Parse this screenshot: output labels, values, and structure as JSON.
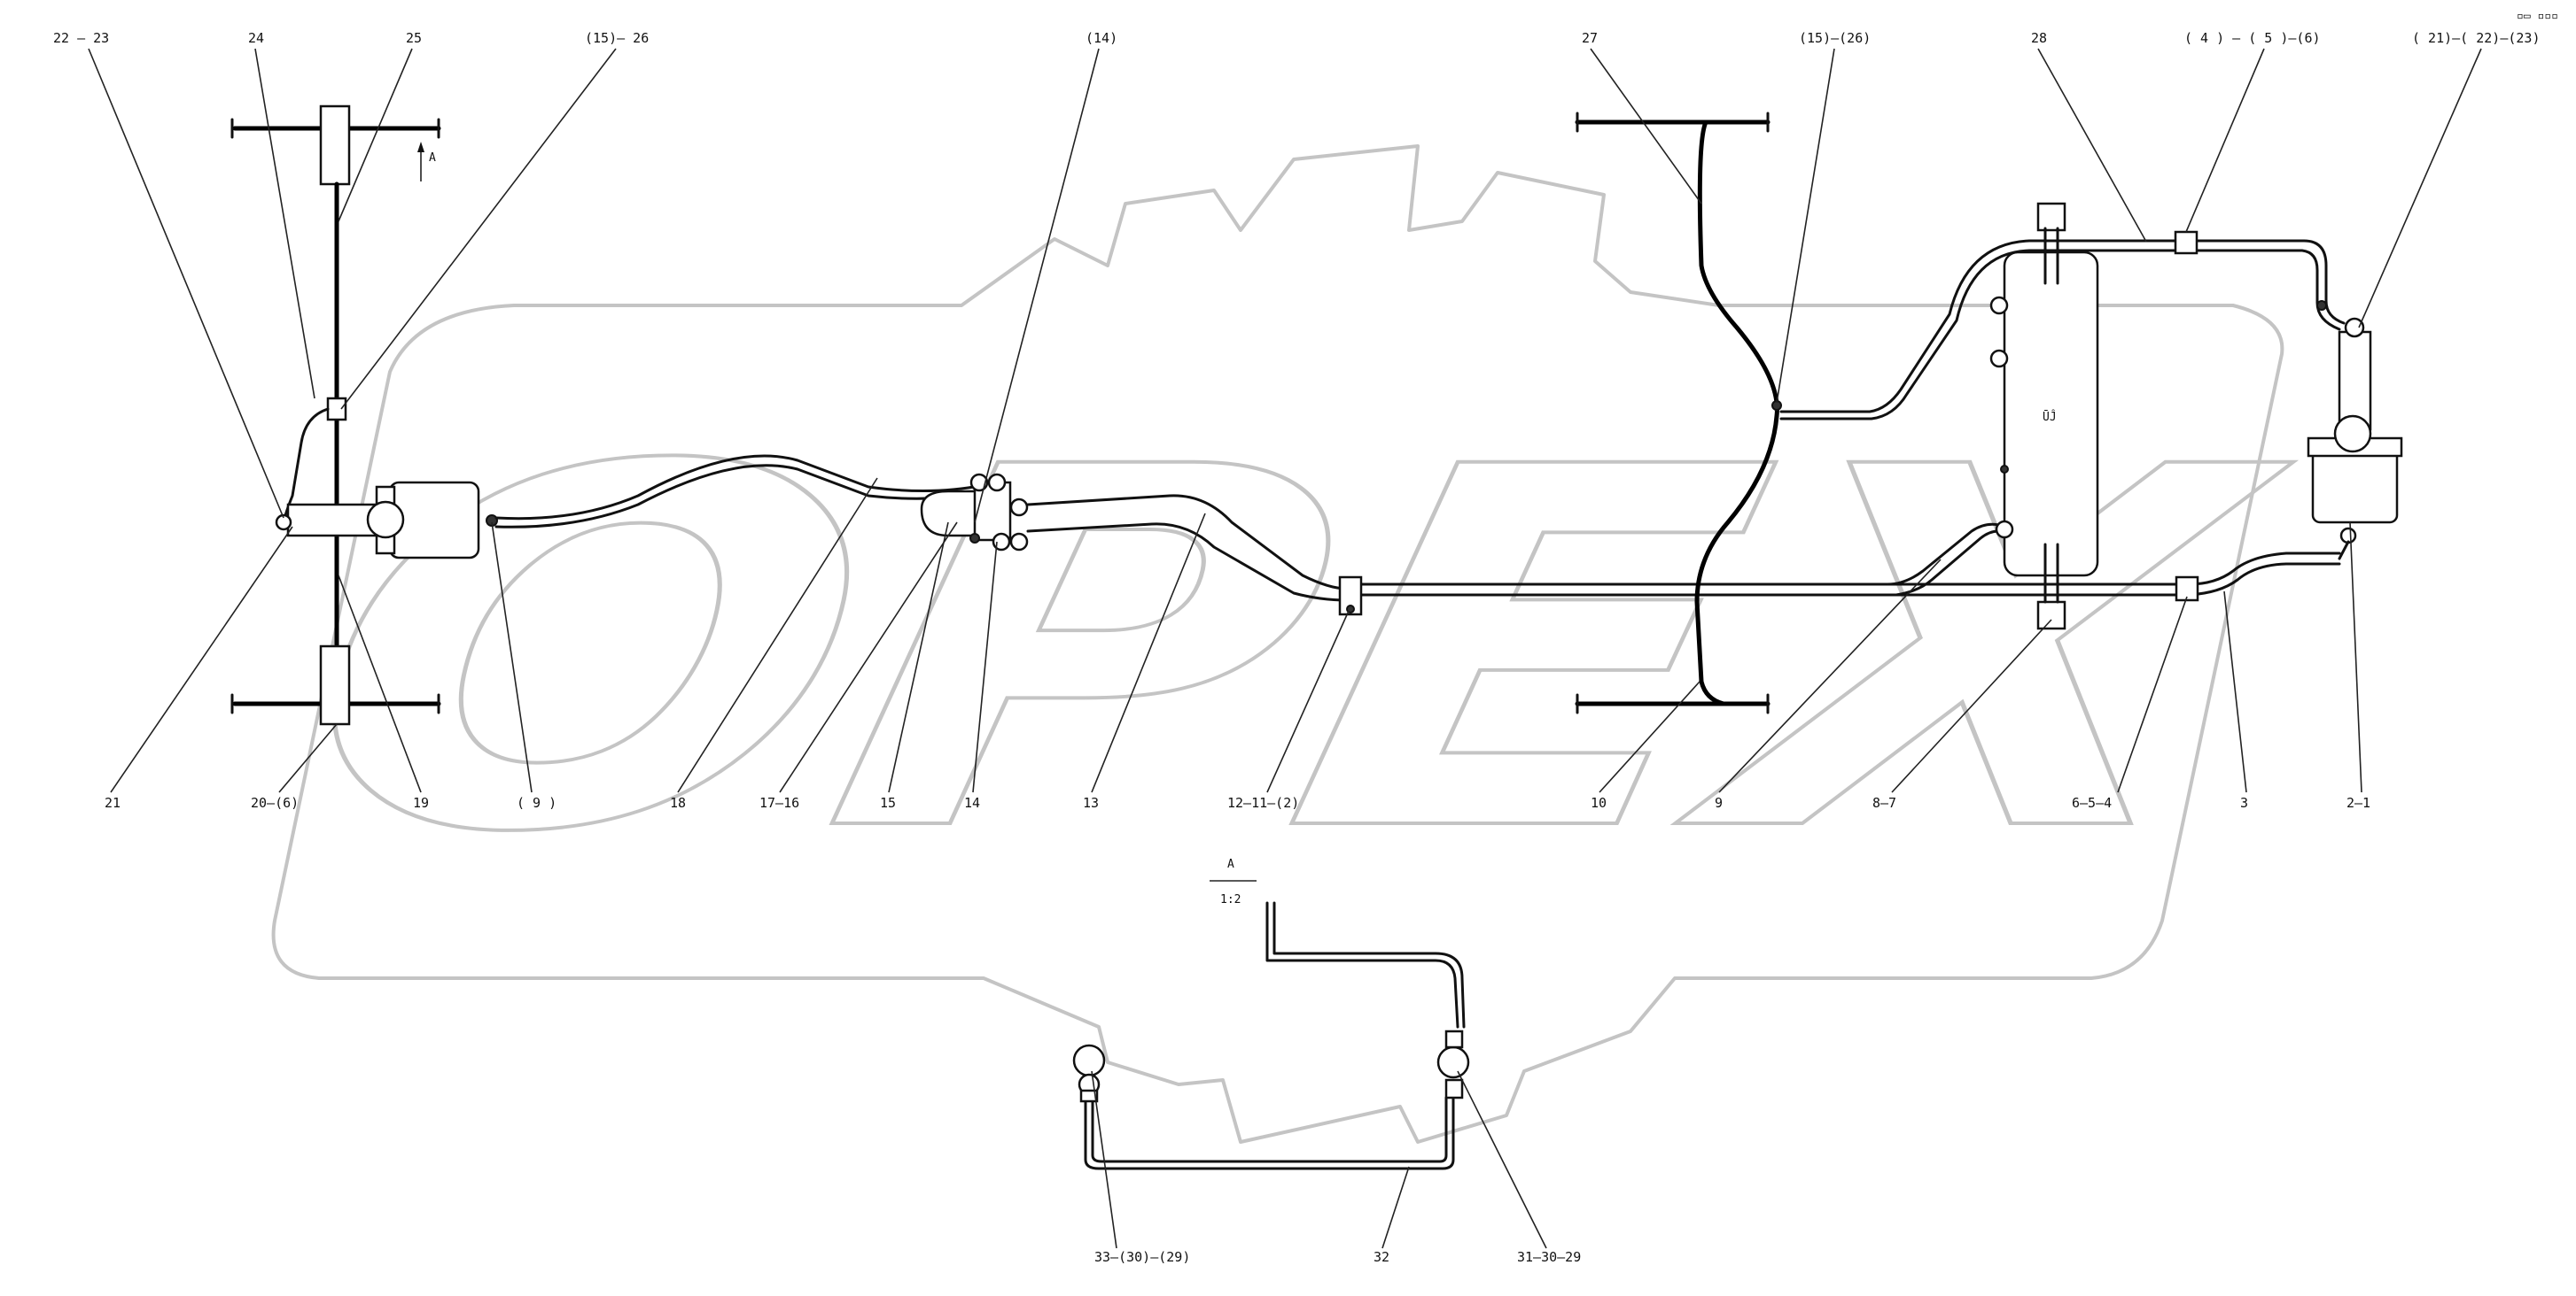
{
  "watermark": {
    "text": "OPEX"
  },
  "callouts": [
    {
      "id": "c1",
      "label": "22 — 23"
    },
    {
      "id": "c2",
      "label": "24"
    },
    {
      "id": "c3",
      "label": "25"
    },
    {
      "id": "c4",
      "label": "(15)— 26"
    },
    {
      "id": "c5",
      "label": "(14)"
    },
    {
      "id": "c6",
      "label": "27"
    },
    {
      "id": "c7",
      "label": "(15)—(26)"
    },
    {
      "id": "c8",
      "label": "28"
    },
    {
      "id": "c9",
      "label": "( 4 ) — ( 5 )—(6)"
    },
    {
      "id": "c10",
      "label": "( 21)—( 22)—(23)"
    },
    {
      "id": "c11",
      "label": "21"
    },
    {
      "id": "c12",
      "label": "20—(6)"
    },
    {
      "id": "c13",
      "label": "19"
    },
    {
      "id": "c14",
      "label": "( 9 )"
    },
    {
      "id": "c15",
      "label": "18"
    },
    {
      "id": "c16",
      "label": "17—16"
    },
    {
      "id": "c17",
      "label": "15"
    },
    {
      "id": "c18",
      "label": "14"
    },
    {
      "id": "c19",
      "label": "13"
    },
    {
      "id": "c20",
      "label": "12—11—(2)"
    },
    {
      "id": "c21",
      "label": "10"
    },
    {
      "id": "c22",
      "label": "9"
    },
    {
      "id": "c23",
      "label": "8—7"
    },
    {
      "id": "c24",
      "label": "6—5—4"
    },
    {
      "id": "c25",
      "label": "3"
    },
    {
      "id": "c26",
      "label": "2—1"
    },
    {
      "id": "c27",
      "label": "33—(30)—(29)"
    },
    {
      "id": "c28",
      "label": "32"
    },
    {
      "id": "c29",
      "label": "31—30—29"
    }
  ],
  "view_a": {
    "arrow_label": "A",
    "section_label": "A",
    "scale": "1:2"
  },
  "tank_mark": "ŪĴ",
  "corner_mark": "▫▭ ▫▫▫"
}
